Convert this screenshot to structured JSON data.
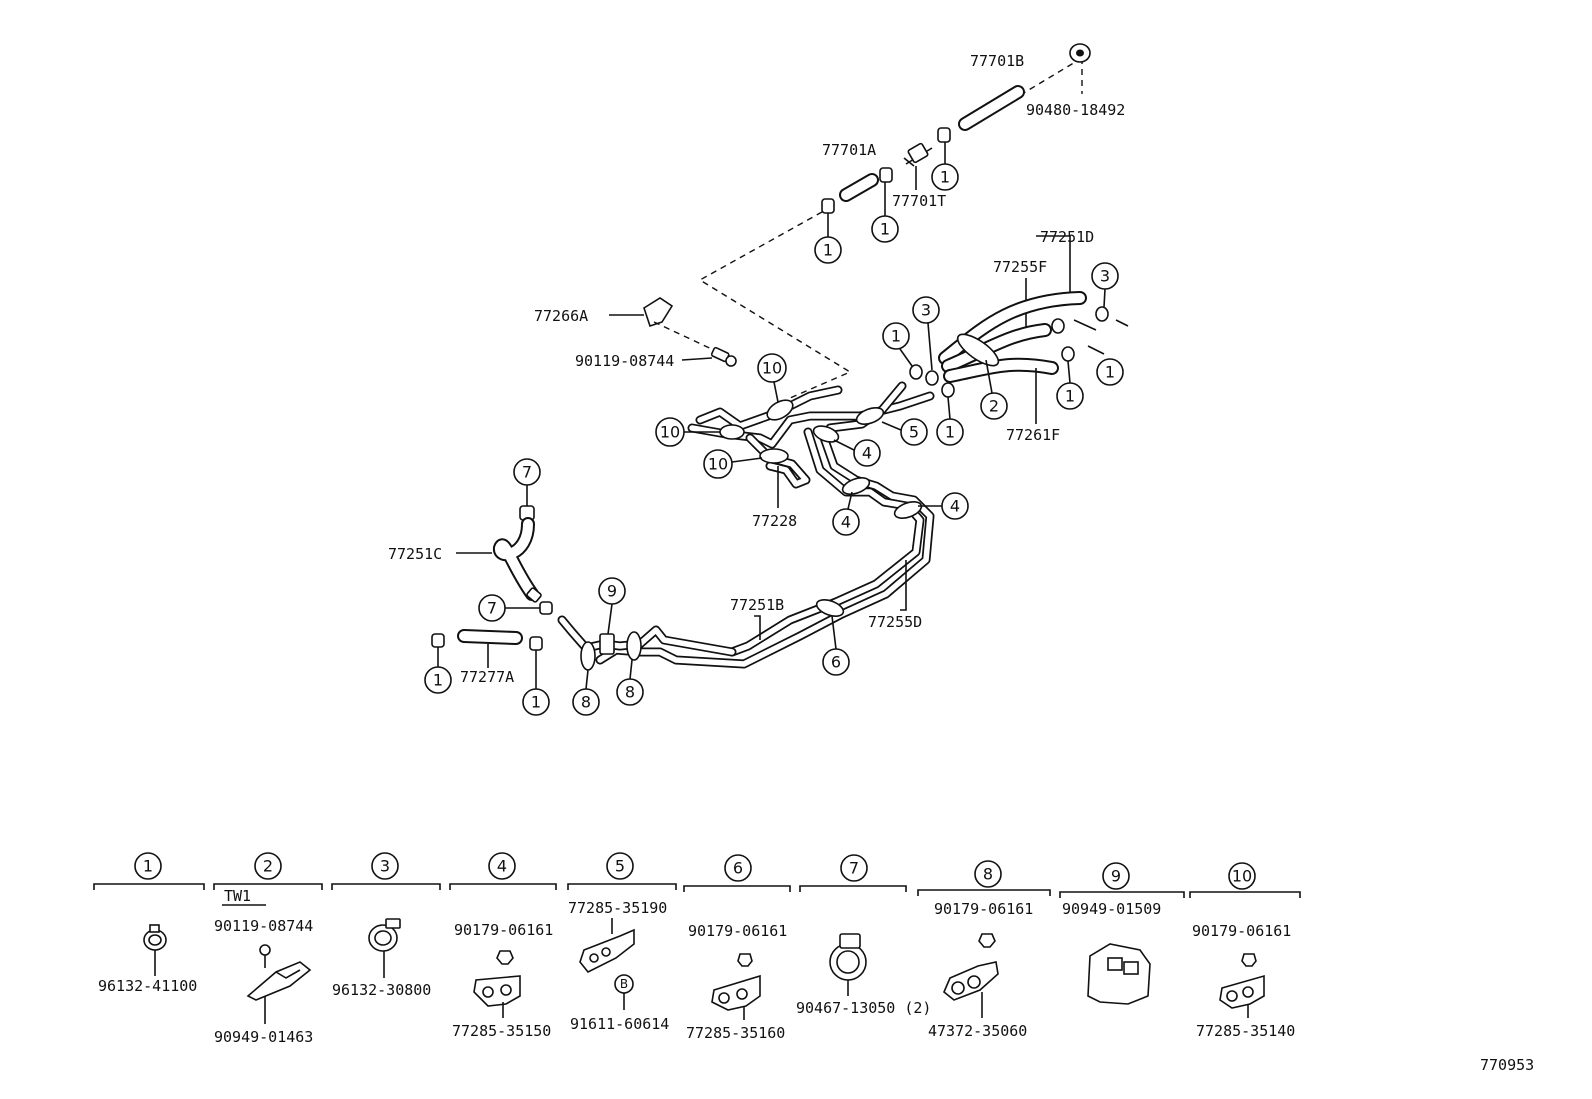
{
  "diagram_id": "770953",
  "labels": {
    "p77701B": "77701B",
    "p90480": "90480-18492",
    "p77701A": "77701A",
    "p77701T": "77701T",
    "p77251D": "77251D",
    "p77255F": "77255F",
    "p77266A": "77266A",
    "p90119a": "90119-08744",
    "p77261F": "77261F",
    "p77228": "77228",
    "p77251C": "77251C",
    "p77251B": "77251B",
    "p77255D": "77255D",
    "p77277A": "77277A"
  },
  "callouts": {
    "c1": "1",
    "c2": "2",
    "c3": "3",
    "c4": "4",
    "c5": "5",
    "c6": "6",
    "c7": "7",
    "c8": "8",
    "c9": "9",
    "c10": "10"
  },
  "legend": {
    "l1": "96132-41100",
    "l2tag": "TW1",
    "l2a": "90119-08744",
    "l2b": "90949-01463",
    "l3": "96132-30800",
    "l4a": "90179-06161",
    "l4b": "77285-35150",
    "l5a": "77285-35190",
    "l5b": "91611-60614",
    "l5m": "B",
    "l6a": "90179-06161",
    "l6b": "77285-35160",
    "l7": "90467-13050 (2)",
    "l8a": "90179-06161",
    "l8b": "47372-35060",
    "l9": "90949-01509",
    "l10a": "90179-06161",
    "l10b": "77285-35140"
  }
}
